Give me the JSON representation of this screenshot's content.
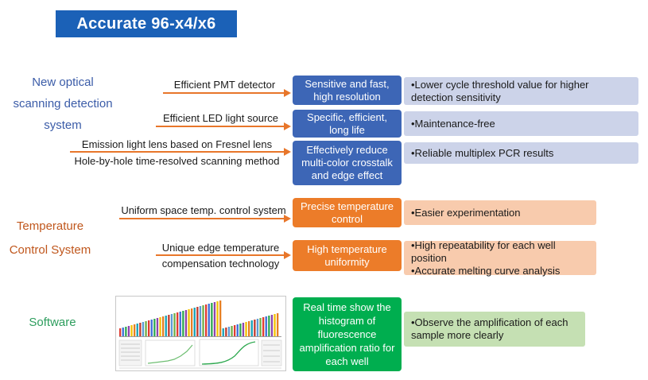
{
  "title": "Accurate 96-x4/x6",
  "sections": {
    "optical": {
      "line1": "New optical",
      "line2": "scanning detection",
      "line3": "system"
    },
    "temperature": {
      "line1": "Temperature",
      "line2": "Control System"
    },
    "software": {
      "line1": "Software"
    }
  },
  "rows": [
    {
      "feature": "Efficient PMT detector",
      "result": "Sensitive and fast, high resolution",
      "benefits": [
        "•Lower cycle threshold value for higher detection sensitivity"
      ]
    },
    {
      "feature": "Efficient LED light source",
      "result": "Specific, efficient, long life",
      "benefits": [
        "•Maintenance-free"
      ]
    },
    {
      "feature_line1": "Emission light lens based on Fresnel lens",
      "feature_line2": "Hole-by-hole time-resolved scanning method",
      "result": "Effectively reduce multi-color crosstalk and edge effect",
      "benefits": [
        "•Reliable multiplex PCR results"
      ]
    },
    {
      "feature": "Uniform space temp. control system",
      "result": "Precise temperature control",
      "benefits": [
        "•Easier experimentation"
      ]
    },
    {
      "feature_line1": "Unique edge temperature",
      "feature_line2": "compensation technology",
      "result": "High temperature uniformity",
      "benefits": [
        "•High repeatability for each well position",
        "•Accurate melting curve analysis"
      ]
    },
    {
      "result": "Real time show the histogram of fluorescence amplification ratio for each well",
      "benefits": [
        "•Observe the amplification of each sample more clearly"
      ]
    }
  ],
  "colors": {
    "title_bg": "#1b61b7",
    "blue_box": "#3d66b6",
    "lavender_box": "#ccd3e9",
    "orange_box": "#ec7c29",
    "light_orange_box": "#f8cbad",
    "green_box": "#00ae4f",
    "light_green_box": "#c5e0b3",
    "arrow": "#e8762a",
    "optical_text": "#3b5ca8",
    "temperature_text": "#c0571d",
    "software_text": "#2e9e5e"
  },
  "thumbnail": {
    "description": "software-screenshot-histogram-and-amplification-curves",
    "bar_palette": [
      "#e03c31",
      "#3c6dd8",
      "#2da84f",
      "#8e44ad",
      "#f2c200",
      "#e67e22",
      "#16a2b8",
      "#c0392b",
      "#5b9bd5",
      "#70ad47"
    ],
    "bar_count": 56
  }
}
